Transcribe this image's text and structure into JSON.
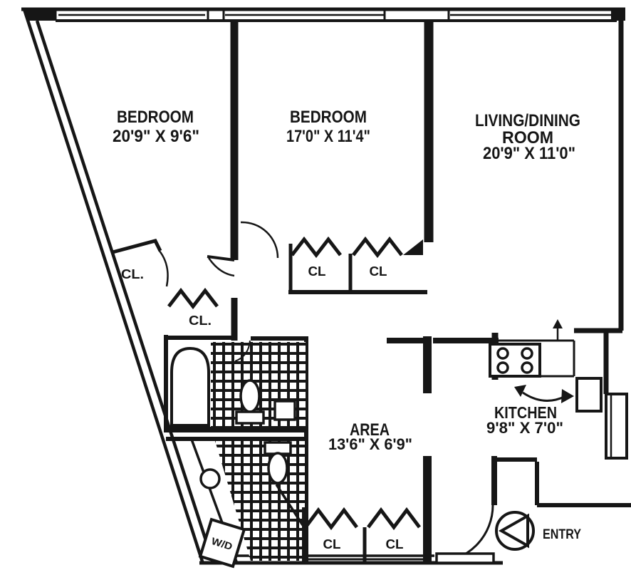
{
  "plan": {
    "colors": {
      "ink": "#161616",
      "paper": "#ffffff"
    },
    "rooms": {
      "bedroom_left": {
        "name": "BEDROOM",
        "dims": "20'9\" X 9'6\""
      },
      "bedroom_middle": {
        "name": "BEDROOM",
        "dims": "17'0\" X 11'4\""
      },
      "living_dining": {
        "name_line1": "LIVING/DINING",
        "name_line2": "ROOM",
        "dims": "20'9\" X 11'0\""
      },
      "area": {
        "name": "AREA",
        "dims": "13'6\" X 6'9\""
      },
      "kitchen": {
        "name": "KITCHEN",
        "dims": "9'8\" X 7'0\""
      }
    },
    "closets": {
      "hall_upper": "CL.",
      "hall_lower": "CL.",
      "bedroom_closet_left": "CL",
      "bedroom_closet_right": "CL",
      "area_closet_left": "CL",
      "area_closet_right": "CL"
    },
    "laundry": "W/D",
    "entry": "ENTRY"
  }
}
